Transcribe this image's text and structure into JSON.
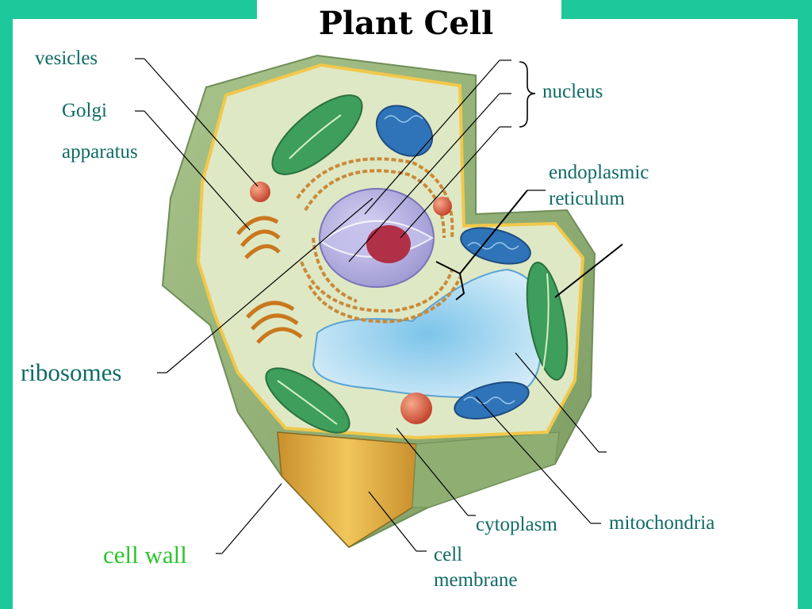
{
  "title": "Plant Cell",
  "labels": {
    "vesicles": "vesicles",
    "golgi": "Golgi",
    "apparatus": "apparatus",
    "ribosomes": "ribosomes",
    "cell_wall": "cell wall",
    "nucleus": "nucleus",
    "er_line1": "endoplasmic",
    "er_line2": "reticulum",
    "cytoplasm": "cytoplasm",
    "mitochondria": "mitochondria",
    "membrane_line1": "cell",
    "membrane_line2": "membrane"
  },
  "colors": {
    "frame": "#1dc99a",
    "label": "#0f6b66",
    "cell_wall_label": "#2ec42e",
    "cell_wall": "#9ab87a",
    "cytoplasm": "#dfe8c4",
    "vacuole": "#bfe0f4",
    "chloroplast": "#3e9e5c",
    "mitochondrion": "#2f74b8",
    "nucleus": "#b8b4e0",
    "nucleolus": "#b03048"
  }
}
